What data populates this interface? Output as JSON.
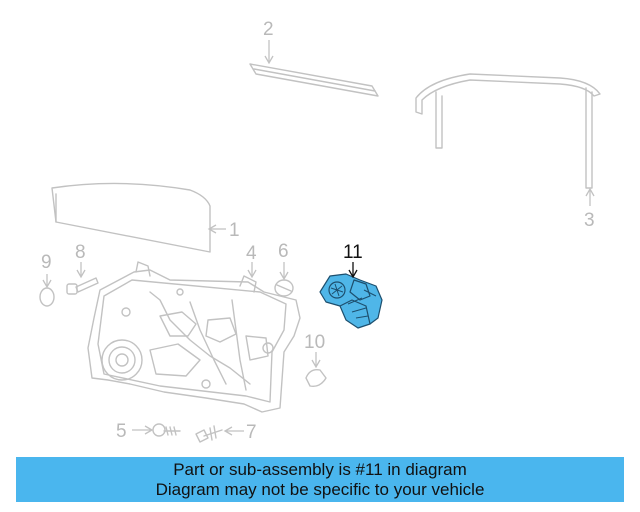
{
  "callouts": {
    "c1": "1",
    "c2": "2",
    "c3": "3",
    "c4": "4",
    "c5": "5",
    "c6": "6",
    "c7": "7",
    "c8": "8",
    "c9": "9",
    "c10": "10",
    "c11": "11"
  },
  "highlighted_part": "11",
  "colors": {
    "banner": "#4ab6ee",
    "highlight": "#4fb6e8",
    "outline": "#c2c2c2"
  },
  "banner": {
    "line1": "Part or sub-assembly is #11 in diagram",
    "line2": "Diagram may not be specific to your vehicle"
  }
}
